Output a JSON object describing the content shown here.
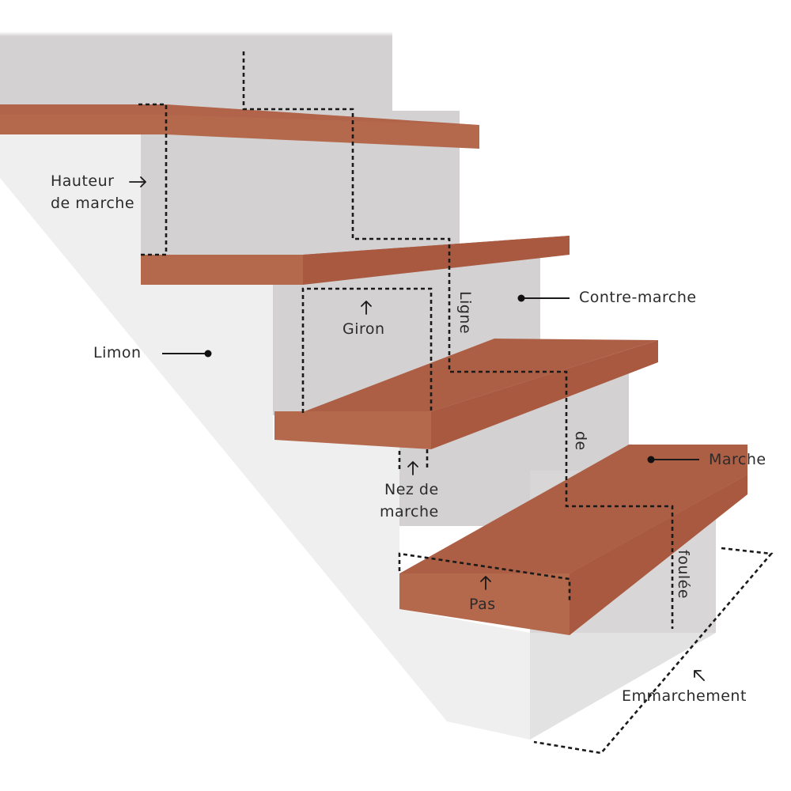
{
  "labels": {
    "hauteur_line1": "Hauteur",
    "hauteur_line2": "de marche",
    "giron": "Giron",
    "limon": "Limon",
    "contre_marche": "Contre-marche",
    "ligne": "Ligne",
    "de": "de",
    "foulee": "foulée",
    "nez_line1": "Nez de",
    "nez_line2": "marche",
    "marche": "Marche",
    "pas": "Pas",
    "emmarchement": "Emmarchement"
  },
  "colors": {
    "tread_top": "#b06248",
    "tread_front": "#b4684c",
    "wall": "#d3d1d1",
    "stringer": "#efefef",
    "stringer_side": "#e4e4e4"
  }
}
